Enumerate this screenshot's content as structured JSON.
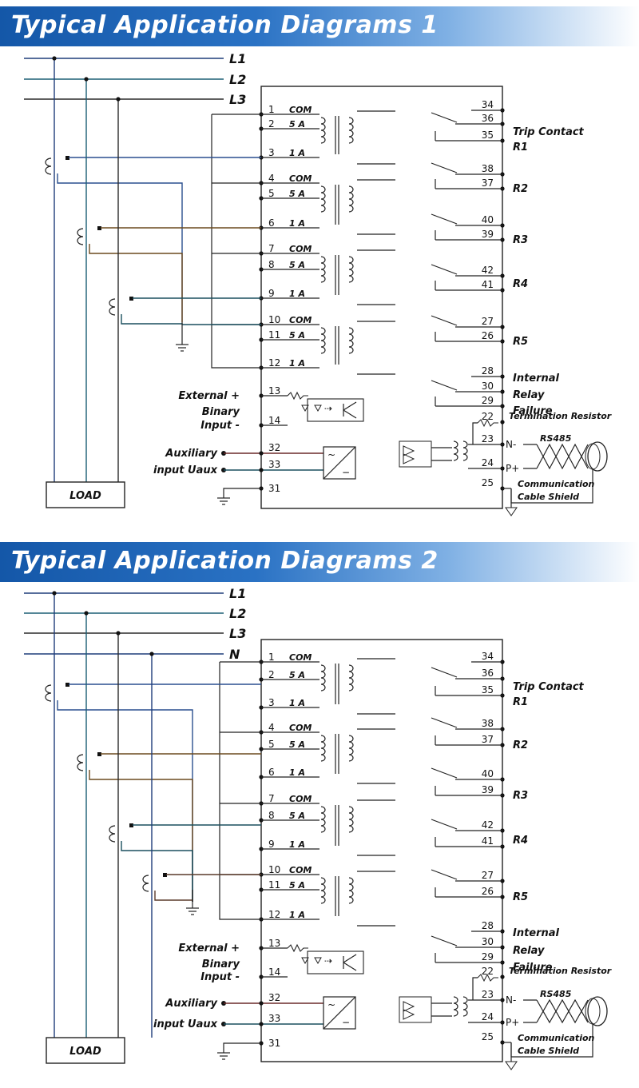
{
  "diagram1": {
    "title": "Typical Application Diagrams 1",
    "phases": [
      "L1",
      "L2",
      "L3"
    ],
    "ct_terminals": [
      {
        "num": "1",
        "label": "COM"
      },
      {
        "num": "2",
        "label": "5 A"
      },
      {
        "num": "3",
        "label": "1 A"
      },
      {
        "num": "4",
        "label": "COM"
      },
      {
        "num": "5",
        "label": "5 A"
      },
      {
        "num": "6",
        "label": "1 A"
      },
      {
        "num": "7",
        "label": "COM"
      },
      {
        "num": "8",
        "label": "5 A"
      },
      {
        "num": "9",
        "label": "1 A"
      },
      {
        "num": "10",
        "label": "COM"
      },
      {
        "num": "11",
        "label": "5 A"
      },
      {
        "num": "12",
        "label": "1 A"
      }
    ],
    "left_terminals": [
      "13",
      "14",
      "32",
      "33",
      "31"
    ],
    "right_terminals": [
      "34",
      "36",
      "35",
      "38",
      "37",
      "40",
      "39",
      "42",
      "41",
      "27",
      "26",
      "28",
      "30",
      "29",
      "22",
      "23",
      "24",
      "25"
    ],
    "relays": [
      "R1",
      "R2",
      "R3",
      "R4",
      "R5"
    ],
    "trip_contact": "Trip Contact",
    "internal_failure": [
      "Internal",
      "Relay",
      "Failure"
    ],
    "termination": "Termination Resistor",
    "rs485": "RS485",
    "n_minus": "N-",
    "p_plus": "P+",
    "comm_shield": [
      "Communication",
      "Cable Shield"
    ],
    "binary_input": [
      "External",
      "Binary",
      "Input"
    ],
    "plus": "+",
    "minus": "-",
    "aux_input": [
      "Auxiliary",
      "input Uaux"
    ],
    "load": "LOAD"
  },
  "diagram2": {
    "title": "Typical Application Diagrams 2",
    "phases": [
      "L1",
      "L2",
      "L3",
      "N"
    ],
    "ct_terminals": [
      {
        "num": "1",
        "label": "COM"
      },
      {
        "num": "2",
        "label": "5 A"
      },
      {
        "num": "3",
        "label": "1 A"
      },
      {
        "num": "4",
        "label": "COM"
      },
      {
        "num": "5",
        "label": "5 A"
      },
      {
        "num": "6",
        "label": "1 A"
      },
      {
        "num": "7",
        "label": "COM"
      },
      {
        "num": "8",
        "label": "5 A"
      },
      {
        "num": "9",
        "label": "1 A"
      },
      {
        "num": "10",
        "label": "COM"
      },
      {
        "num": "11",
        "label": "5 A"
      },
      {
        "num": "12",
        "label": "1 A"
      }
    ],
    "left_terminals": [
      "13",
      "14",
      "32",
      "33",
      "31"
    ],
    "right_terminals": [
      "34",
      "36",
      "35",
      "38",
      "37",
      "40",
      "39",
      "42",
      "41",
      "27",
      "26",
      "28",
      "30",
      "29",
      "22",
      "23",
      "24",
      "25"
    ],
    "relays": [
      "R1",
      "R2",
      "R3",
      "R4",
      "R5"
    ],
    "trip_contact": "Trip Contact",
    "internal_failure": [
      "Internal",
      "Relay",
      "Failure"
    ],
    "termination": "Termination Resistor",
    "rs485": "RS485",
    "n_minus": "N-",
    "p_plus": "P+",
    "comm_shield": [
      "Communication",
      "Cable Shield"
    ],
    "binary_input": [
      "External",
      "Binary",
      "Input"
    ],
    "plus": "+",
    "minus": "-",
    "aux_input": [
      "Auxiliary",
      "input Uaux"
    ],
    "load": "LOAD"
  }
}
